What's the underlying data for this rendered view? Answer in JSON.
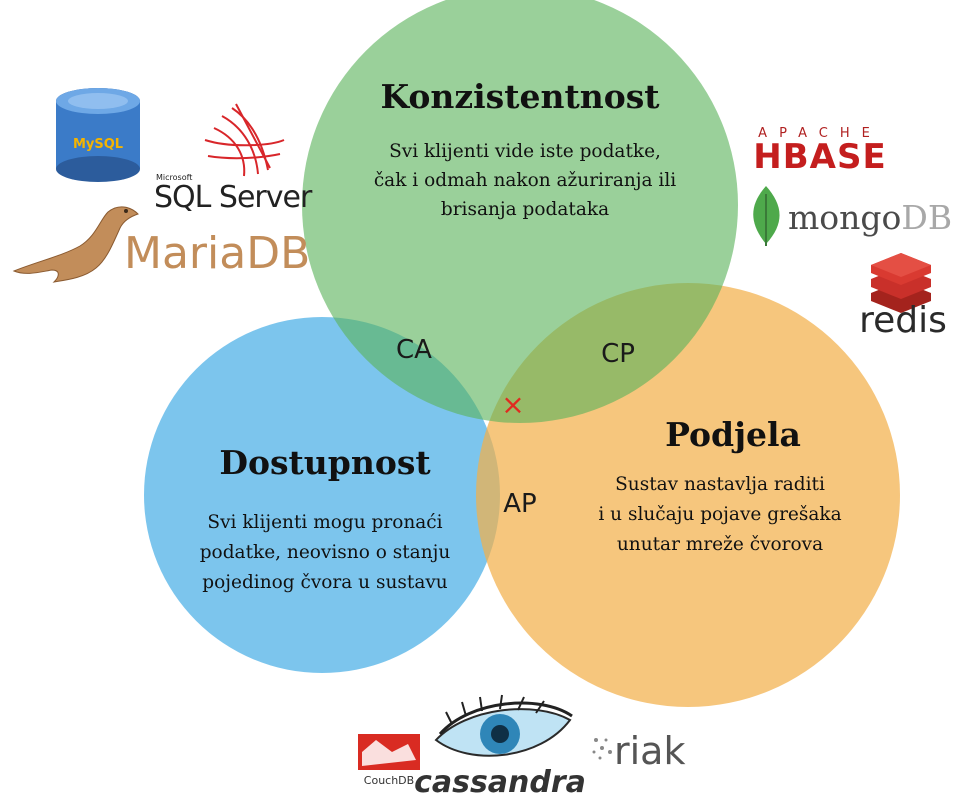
{
  "circles": {
    "consistency": {
      "title": "Konzistentnost",
      "lines": [
        "Svi klijenti vide iste podatke,",
        "čak i odmah nakon ažuriranja ili",
        "brisanja podataka"
      ],
      "color": "#8cc98a"
    },
    "availability": {
      "title": "Dostupnost",
      "lines": [
        "Svi klijenti mogu pronaći",
        "podatke, neovisno o stanju",
        "pojedinog čvora u sustavu"
      ],
      "color": "#79c4ee"
    },
    "partition": {
      "title": "Podjela",
      "lines": [
        "Sustav nastavlja raditi",
        "i u slučaju pojave grešaka",
        "unutar mreže čvorova"
      ],
      "color": "#f5c26d"
    }
  },
  "regions": {
    "ca": "CA",
    "cp": "CP",
    "ap": "AP"
  },
  "center_mark": "×",
  "logos": {
    "ca": {
      "mysql": "MySQL",
      "sqlserver_small": "Microsoft",
      "sqlserver": "SQL Server",
      "mariadb": "MariaDB"
    },
    "cp": {
      "hbase_small": "APACHE",
      "hbase": "HBASE",
      "mongodb_a": "mongo",
      "mongodb_b": "DB",
      "redis": "redis"
    },
    "ap": {
      "couchdb": "CouchDB",
      "cassandra": "cassandra",
      "riak": "riak"
    }
  }
}
